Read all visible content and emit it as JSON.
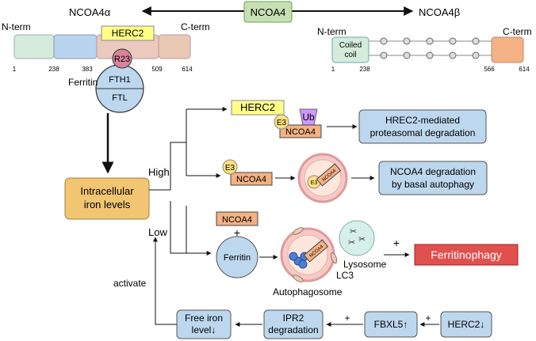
{
  "header": {
    "center": "NCOA4",
    "left_label": "NCOA4α",
    "right_label": "NCOA4β"
  },
  "alpha": {
    "n_term": "N-term",
    "c_term": "C-term",
    "herc2": "HERC2",
    "r23": "R23",
    "positions": [
      "1",
      "238",
      "383",
      "509",
      "614"
    ],
    "ferritin_label": "Ferritin",
    "fth1": "FTH1",
    "ftl": "FTL"
  },
  "beta": {
    "n_term": "N-term",
    "c_term": "C-term",
    "coiled_line1": "Coiled",
    "coiled_line2": "coil",
    "positions": [
      "1",
      "238",
      "566",
      "614"
    ]
  },
  "flow": {
    "iron_line1": "Intracellular",
    "iron_line2": "iron levels",
    "high": "High",
    "low": "Low",
    "herc2": "HERC2",
    "e3": "E3",
    "ub": "Ub",
    "ncoa4": "NCOA4",
    "proteasomal_line1": "HREC2-mediated",
    "proteasomal_line2": "proteasomal degradation",
    "basal_line1": "NCOA4 degradation",
    "basal_line2": "by basal autophagy",
    "plus": "+",
    "ferritin": "Ferritin",
    "lysosome": "Lysosome",
    "lc3": "LC3",
    "autophagosome": "Autophagosome",
    "ferritinophagy": "Ferritinophagy",
    "activate": "activate"
  },
  "bottom": {
    "free_iron_line1": "Free iron",
    "free_iron_line2": "level↓",
    "ipr2_line1": "IPR2",
    "ipr2_line2": "degradation",
    "fbxl5": "FBXL5↑",
    "herc2": "HERC2↓",
    "plus": "+"
  },
  "colors": {
    "green_box": "#c6e0b4",
    "blue_box": "#bdd7ee",
    "orange_box": "#f4b183",
    "yellow_box": "#ffff88",
    "purple": "#cc99ff",
    "red_box": "#e0504d",
    "iron_box": "#f2c572",
    "r23": "#d9839a",
    "domain_green": "#d5ecdc",
    "domain_blue": "#b8d4ee",
    "domain_peach": "#ecc9bf",
    "domain_tan": "#e9c9b3"
  }
}
